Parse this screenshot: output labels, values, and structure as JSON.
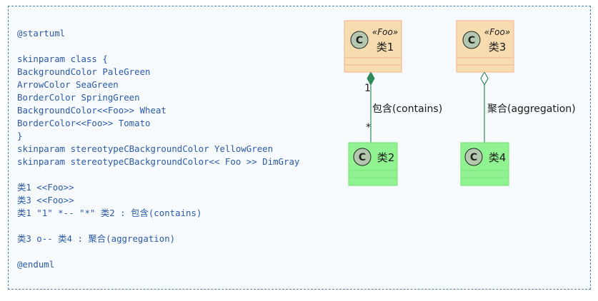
{
  "code_lines": [
    "@startuml",
    "",
    "skinparam class {",
    "BackgroundColor PaleGreen",
    "ArrowColor SeaGreen",
    "BorderColor SpringGreen",
    "BackgroundColor<<Foo>> Wheat",
    "BorderColor<<Foo>> Tomato",
    "}",
    "skinparam stereotypeCBackgroundColor YellowGreen",
    "skinparam stereotypeCBackgroundColor<< Foo >> DimGray",
    "",
    "类1 <<Foo>>",
    "类3 <<Foo>>",
    "类1 \"1\" *-- \"*\" 类2 : 包含(contains)",
    "",
    "类3 o-- 类4 : 聚合(aggregation)",
    "",
    "@enduml"
  ],
  "diagram": {
    "classes": {
      "c1": {
        "name": "类1",
        "stereotype": "«Foo»",
        "circle_letter": "C"
      },
      "c2": {
        "name": "类2",
        "circle_letter": "C"
      },
      "c3": {
        "name": "类3",
        "stereotype": "«Foo»",
        "circle_letter": "C"
      },
      "c4": {
        "name": "类4",
        "circle_letter": "C"
      }
    },
    "relations": [
      {
        "from": "类1",
        "to": "类2",
        "type": "composition",
        "label": "包含(contains)",
        "from_multiplicity": "1",
        "to_multiplicity": "*"
      },
      {
        "from": "类3",
        "to": "类4",
        "type": "aggregation",
        "label": "聚合(aggregation)"
      }
    ],
    "colors": {
      "foo_background": "#f7dcb0",
      "foo_border": "#f2b99a",
      "default_background": "#90f290",
      "default_border": "#7ee87e",
      "circle_fill": "#b4c8b0",
      "arrow": "#2e8b57",
      "code_text": "#2a5aa8",
      "panel_border": "#4a7fb0"
    }
  }
}
